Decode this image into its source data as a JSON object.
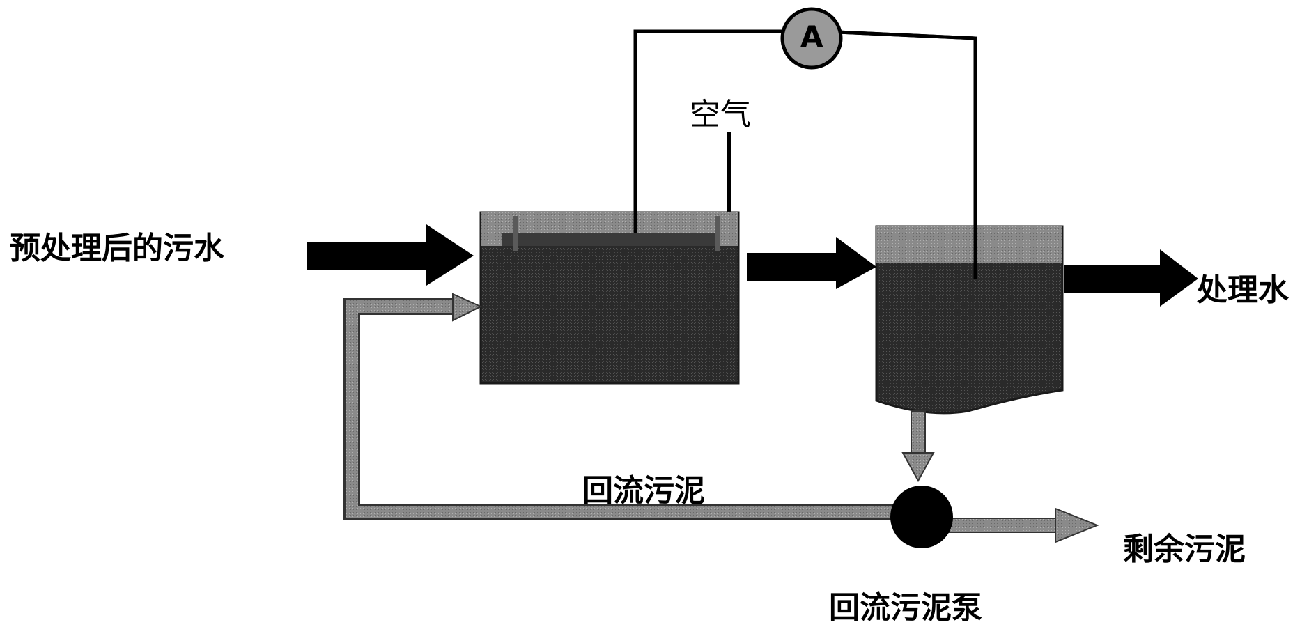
{
  "labels": {
    "inlet": "预处理后的污水",
    "air": "空气",
    "outlet": "处理水",
    "return_sludge": "回流污泥",
    "excess_sludge": "剩余污泥",
    "return_pump": "回流污泥泵",
    "ammeter": "A"
  },
  "colors": {
    "tank": "#2b2b2b",
    "tank_top": "#7d7d7d",
    "arrow": "#000000",
    "sludge_pipe": "#8c8c8c",
    "wire": "#000000",
    "meter_fill": "#9a9a9a"
  }
}
